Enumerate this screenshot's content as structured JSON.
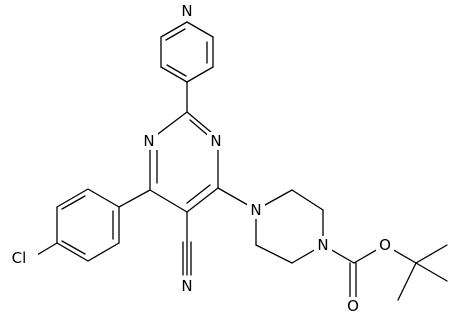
{
  "atoms": {
    "pyridine_n": "N",
    "pyrimidine_n_left": "N",
    "pyrimidine_n_right": "N",
    "chlorine": "Cl",
    "nitrile_n": "N",
    "piperazine_n_top": "N",
    "piperazine_n_bottom": "N",
    "carbonyl_o": "O",
    "ester_o": "O"
  }
}
